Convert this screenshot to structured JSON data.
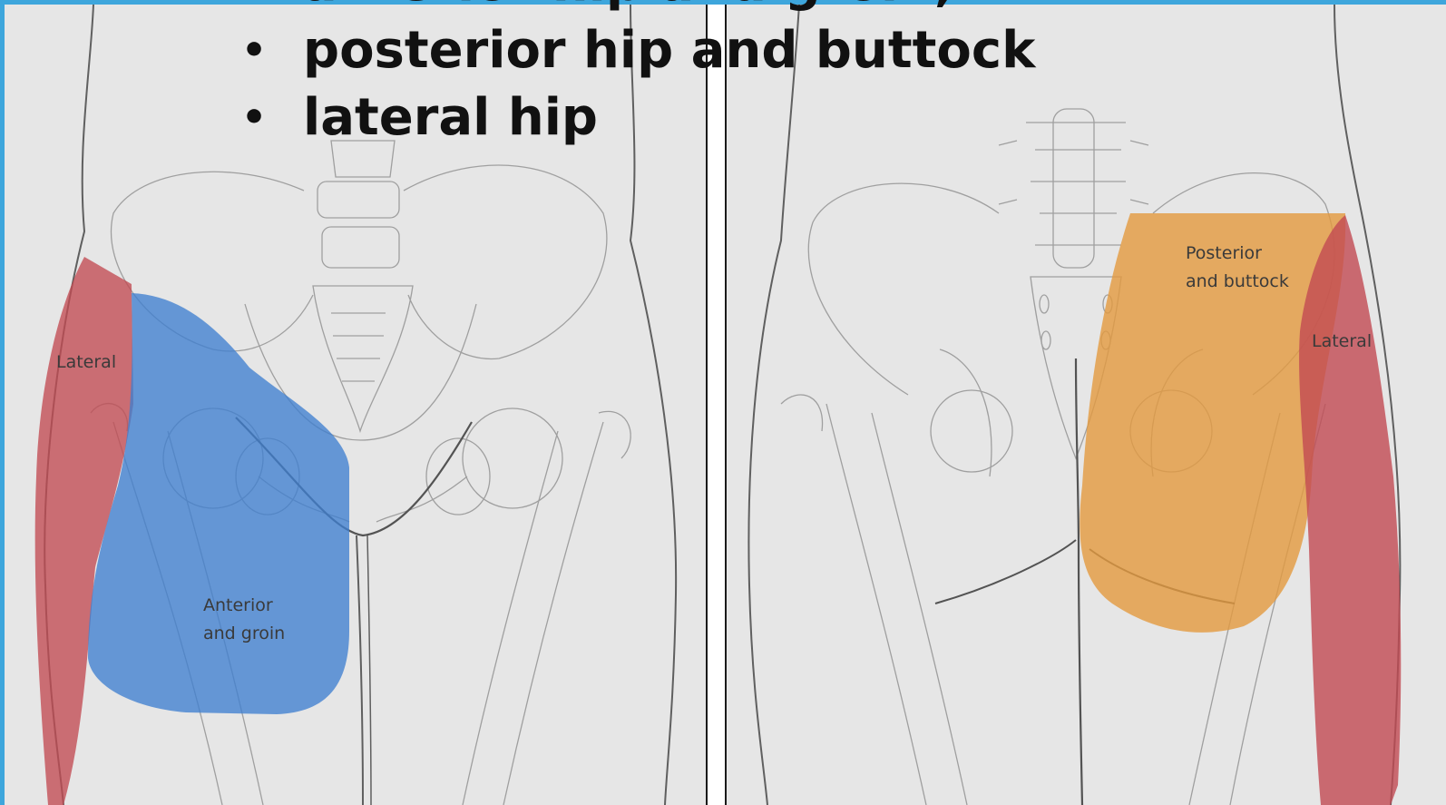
{
  "bullets": [
    "anterior hip and groin,",
    "posterior hip and buttock",
    "lateral hip"
  ],
  "bullet_glyph": "•",
  "front_view": {
    "lateral_label": "Lateral",
    "anterior_label": "Anterior\nand groin"
  },
  "back_view": {
    "posterior_label": "Posterior\nand buttock",
    "lateral_label": "Lateral"
  },
  "colors": {
    "frame_accent": "#3ea6dc",
    "lateral_region": "#c24a52",
    "anterior_region": "#3f7fd0",
    "posterior_region": "#e39a3e",
    "panel_background": "#e6e6e6"
  }
}
